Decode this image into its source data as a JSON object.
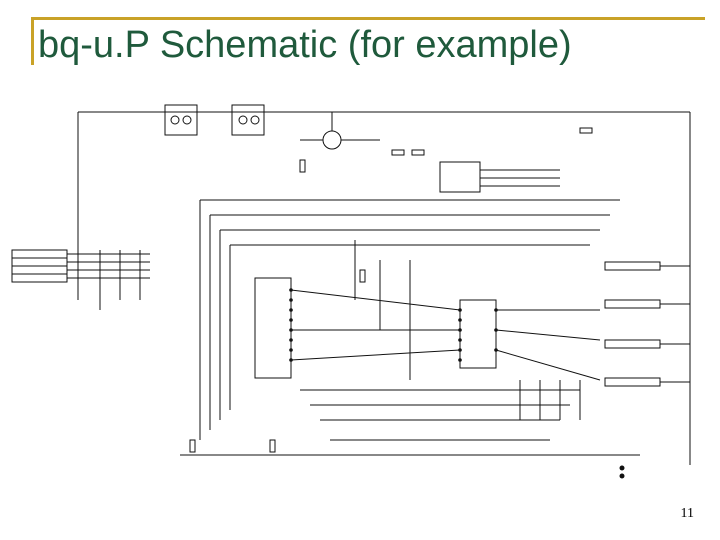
{
  "slide": {
    "title": "bq-u.P Schematic (for example)",
    "page_number": "11"
  },
  "colors": {
    "title": "#1f5a3c",
    "accent_rule": "#c9a227",
    "ink": "#000000",
    "background": "#ffffff"
  },
  "schematic": {
    "description": "scanned circuit schematic of the bq microprocessor board",
    "legible_labels": []
  }
}
